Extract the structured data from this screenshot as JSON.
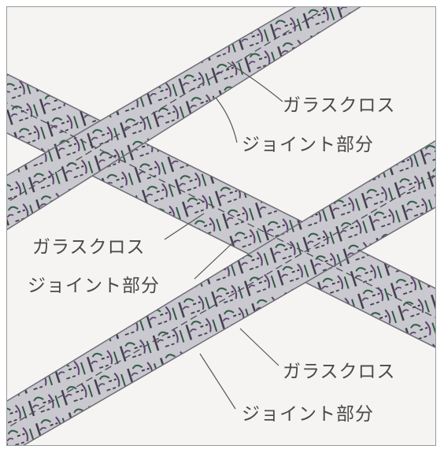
{
  "labels": [
    {
      "text": "ガラスクロス"
    },
    {
      "text": "ジョイント部分"
    },
    {
      "text": "ガラスクロス"
    },
    {
      "text": "ジョイント部分"
    },
    {
      "text": "ガラスクロス"
    },
    {
      "text": "ジョイント部分"
    }
  ],
  "colors": {
    "background": "#f6f4f2",
    "frame": "#9a9a9a",
    "tape_fill": "#c9c9cf",
    "tape_edge": "#6e6e78",
    "weave_dark": "#3d3d4a",
    "weave_green": "#2f5a44",
    "weave_purple": "#5a3f6a",
    "leader_line": "#555555",
    "label_text": "#4a4a4a"
  }
}
